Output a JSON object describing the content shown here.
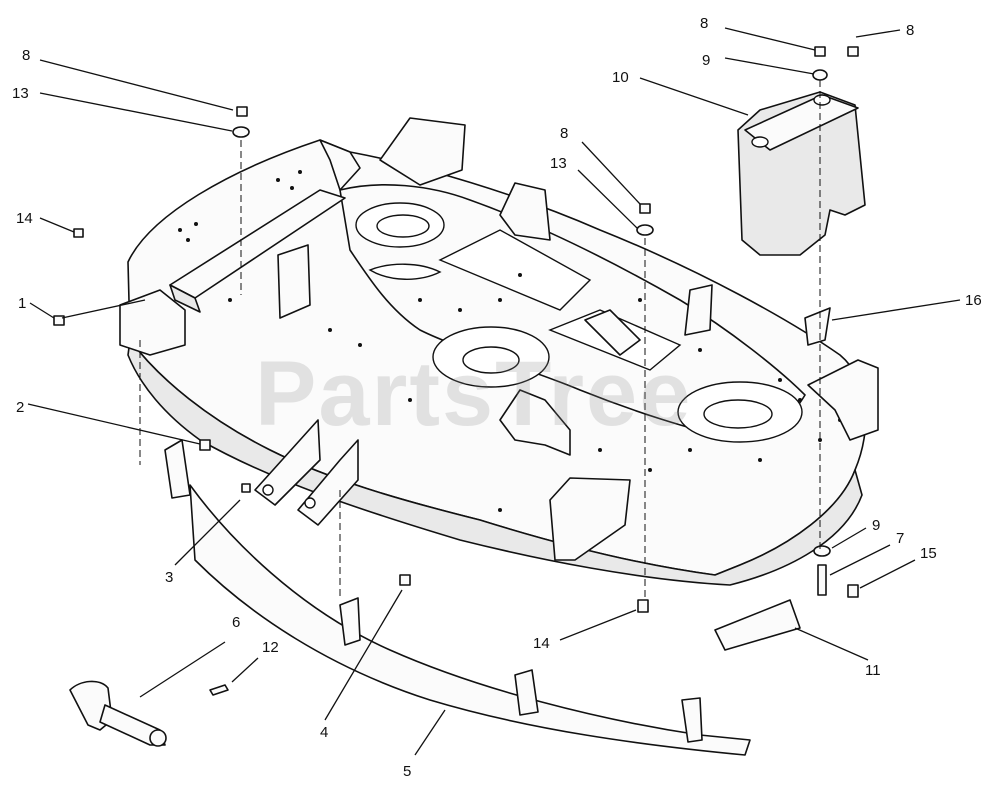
{
  "watermark": "PartsTree",
  "callouts": {
    "c8a": "8",
    "c13a": "13",
    "c14a": "14",
    "c1": "1",
    "c2": "2",
    "c3": "3",
    "c4": "4",
    "c5": "5",
    "c6": "6",
    "c12": "12",
    "c8b": "8",
    "c13b": "13",
    "c14b": "14",
    "c8c": "8",
    "c8d": "8",
    "c9a": "9",
    "c10": "10",
    "c16": "16",
    "c9b": "9",
    "c7": "7",
    "c15": "15",
    "c11": "11"
  }
}
